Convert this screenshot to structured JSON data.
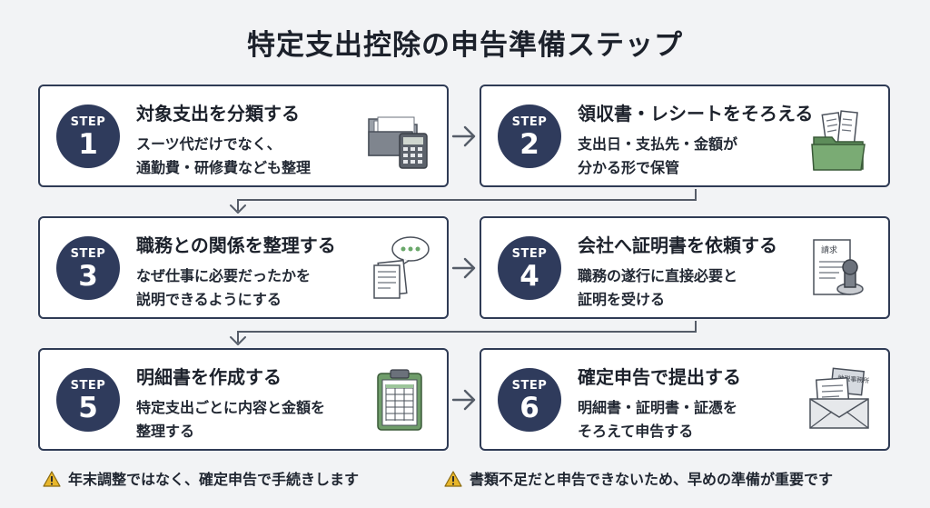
{
  "title": "特定支出控除の申告準備ステップ",
  "steps": [
    {
      "label": "STEP",
      "num": "1",
      "title": "対象支出を分類する",
      "desc": [
        "スーツ代だけでなく、",
        "通勤費・研修費なども整理"
      ],
      "icon": "folder-calculator-icon"
    },
    {
      "label": "STEP",
      "num": "2",
      "title": "領収書・レシートをそろえる",
      "desc": [
        "支出日・支払先・金額が",
        "分かる形で保管"
      ],
      "icon": "receipts-folder-icon"
    },
    {
      "label": "STEP",
      "num": "3",
      "title": "職務との関係を整理する",
      "desc": [
        "なぜ仕事に必要だったかを",
        "説明できるようにする"
      ],
      "icon": "document-speech-icon"
    },
    {
      "label": "STEP",
      "num": "4",
      "title": "会社へ証明書を依頼する",
      "desc": [
        "職務の遂行に直接必要と",
        "証明を受ける"
      ],
      "icon": "stamp-document-icon",
      "doc_text": "請求"
    },
    {
      "label": "STEP",
      "num": "5",
      "title": "明細書を作成する",
      "desc": [
        "特定支出ごとに内容と金額を",
        "整理する"
      ],
      "icon": "clipboard-table-icon"
    },
    {
      "label": "STEP",
      "num": "6",
      "title": "確定申告で提出する",
      "desc": [
        "明細書・証明書・証憑を",
        "そろえて申告する"
      ],
      "icon": "envelope-documents-icon",
      "doc_text": "地税事務所"
    }
  ],
  "notes": [
    {
      "text": "年末調整ではなく、確定申告で手続きします",
      "icon": "warning-icon"
    },
    {
      "text": "書類不足だと申告できないため、早めの準備が重要です",
      "icon": "warning-icon"
    }
  ],
  "colors": {
    "navy": "#2f3b5c",
    "border": "#2f3b55",
    "background": "#f2f3f5",
    "warning": "#e8b62c",
    "folder_green": "#6f9d6a"
  }
}
